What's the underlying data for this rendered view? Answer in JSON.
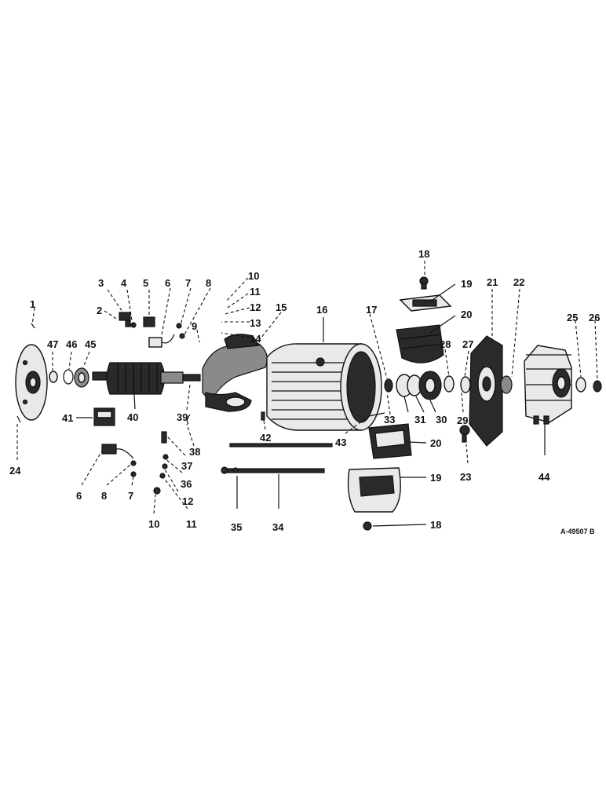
{
  "diagram": {
    "reference_code": "A-49507 B",
    "callouts": [
      "1",
      "2",
      "3",
      "4",
      "5",
      "6",
      "7",
      "8",
      "9",
      "10",
      "11",
      "12",
      "13",
      "14",
      "15",
      "16",
      "17",
      "18",
      "19",
      "20",
      "21",
      "22",
      "23",
      "24",
      "25",
      "26",
      "27",
      "28",
      "29",
      "30",
      "31",
      "33",
      "34",
      "35",
      "36",
      "37",
      "38",
      "39",
      "40",
      "41",
      "42",
      "43",
      "44",
      "45",
      "46",
      "47"
    ],
    "colors": {
      "ink": "#111111",
      "shade": "#2a2a2a",
      "paper": "#ffffff"
    }
  }
}
